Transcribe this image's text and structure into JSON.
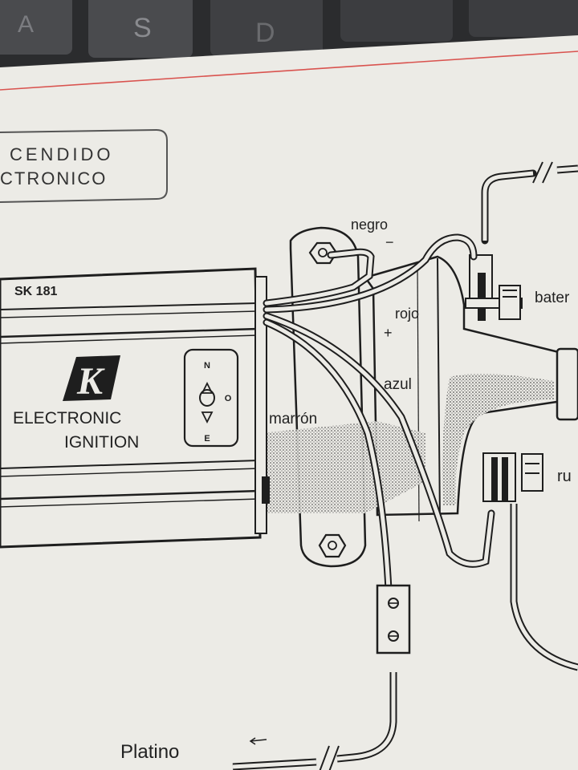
{
  "keyboard": {
    "keys": [
      "A",
      "S",
      "D"
    ]
  },
  "header_box": {
    "line1": "CENDIDO",
    "line2": "CTRONICO"
  },
  "module": {
    "model": "SK 181",
    "logo_letter": "K",
    "brand_line1": "ELECTRONIC",
    "brand_line2": "IGNITION",
    "switch": {
      "top": "N",
      "right": "O",
      "bottom": "E"
    }
  },
  "wires": {
    "black": "negro",
    "red": "rojo",
    "blue": "azul",
    "brown": "marrón",
    "minus_sign": "−",
    "plus_sign": "+"
  },
  "terminals": {
    "battery": "bater",
    "breaker": "ru"
  },
  "points": "Platino",
  "colors": {
    "paper": "#ecebe6",
    "ink": "#1e1e1e",
    "red_rule": "#d9534f",
    "keyboard": "#2b2c2e"
  }
}
